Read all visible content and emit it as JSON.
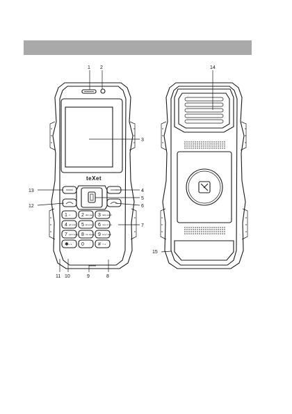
{
  "header": {
    "color": "#a9a9a9"
  },
  "brand": "teXet",
  "callouts": [
    "1",
    "2",
    "3",
    "4",
    "5",
    "6",
    "7",
    "8",
    "9",
    "10",
    "11",
    "12",
    "13",
    "14",
    "15"
  ],
  "keys": [
    {
      "main": "1",
      "sub": "∞"
    },
    {
      "main": "2",
      "sub": "abc где"
    },
    {
      "main": "3",
      "sub": "defg жзий"
    },
    {
      "main": "4",
      "sub": "ghi клм"
    },
    {
      "main": "5",
      "sub": "jkl нопр"
    },
    {
      "main": "6",
      "sub": "mno стуф"
    },
    {
      "main": "7",
      "sub": "pqrs хцчш"
    },
    {
      "main": "8",
      "sub": "tuv щъыь"
    },
    {
      "main": "9",
      "sub": "wxyz эюя"
    },
    {
      "main": "✱",
      "sub": "+ a"
    },
    {
      "main": "0",
      "sub": ""
    },
    {
      "main": "#",
      "sub": "⇧ ⌀"
    }
  ]
}
